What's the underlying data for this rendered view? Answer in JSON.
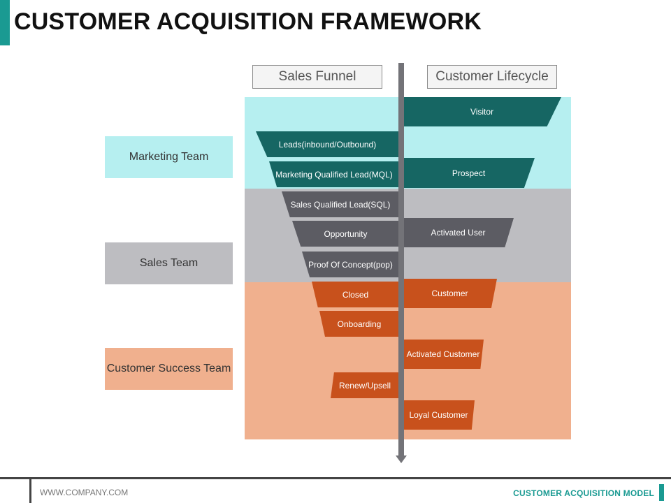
{
  "title": "CUSTOMER ACQUISITION FRAMEWORK",
  "columns": {
    "funnel": "Sales Funnel",
    "lifecycle": "Customer Lifecycle"
  },
  "teams": {
    "marketing": "Marketing Team",
    "sales": "Sales Team",
    "success": "Customer Success Team"
  },
  "funnel": [
    {
      "label": "Leads(inbound/Outbound)",
      "team": "marketing"
    },
    {
      "label": "Marketing Qualified Lead(MQL)",
      "team": "marketing"
    },
    {
      "label": "Sales Qualified Lead(SQL)",
      "team": "sales"
    },
    {
      "label": "Opportunity",
      "team": "sales"
    },
    {
      "label": "Proof Of Concept(pop)",
      "team": "sales"
    },
    {
      "label": "Closed",
      "team": "success"
    },
    {
      "label": "Onboarding",
      "team": "success"
    },
    {
      "label": "Renew/Upsell",
      "team": "success"
    }
  ],
  "lifecycle": [
    {
      "label": "Visitor",
      "team": "marketing"
    },
    {
      "label": "Prospect",
      "team": "marketing"
    },
    {
      "label": "Activated User",
      "team": "sales"
    },
    {
      "label": "Customer",
      "team": "success"
    },
    {
      "label": "Activated Customer",
      "team": "success"
    },
    {
      "label": "Loyal Customer",
      "team": "success"
    }
  ],
  "colors": {
    "accent": "#1a9a92",
    "marketing_band": "#b6eff0",
    "sales_band": "#bdbdc1",
    "success_band": "#f0b08e",
    "marketing_stage": "#166663",
    "sales_stage": "#5c5c63",
    "success_stage": "#c8511c"
  },
  "footer": {
    "url": "WWW.COMPANY.COM",
    "label": "CUSTOMER ACQUISITION MODEL"
  }
}
